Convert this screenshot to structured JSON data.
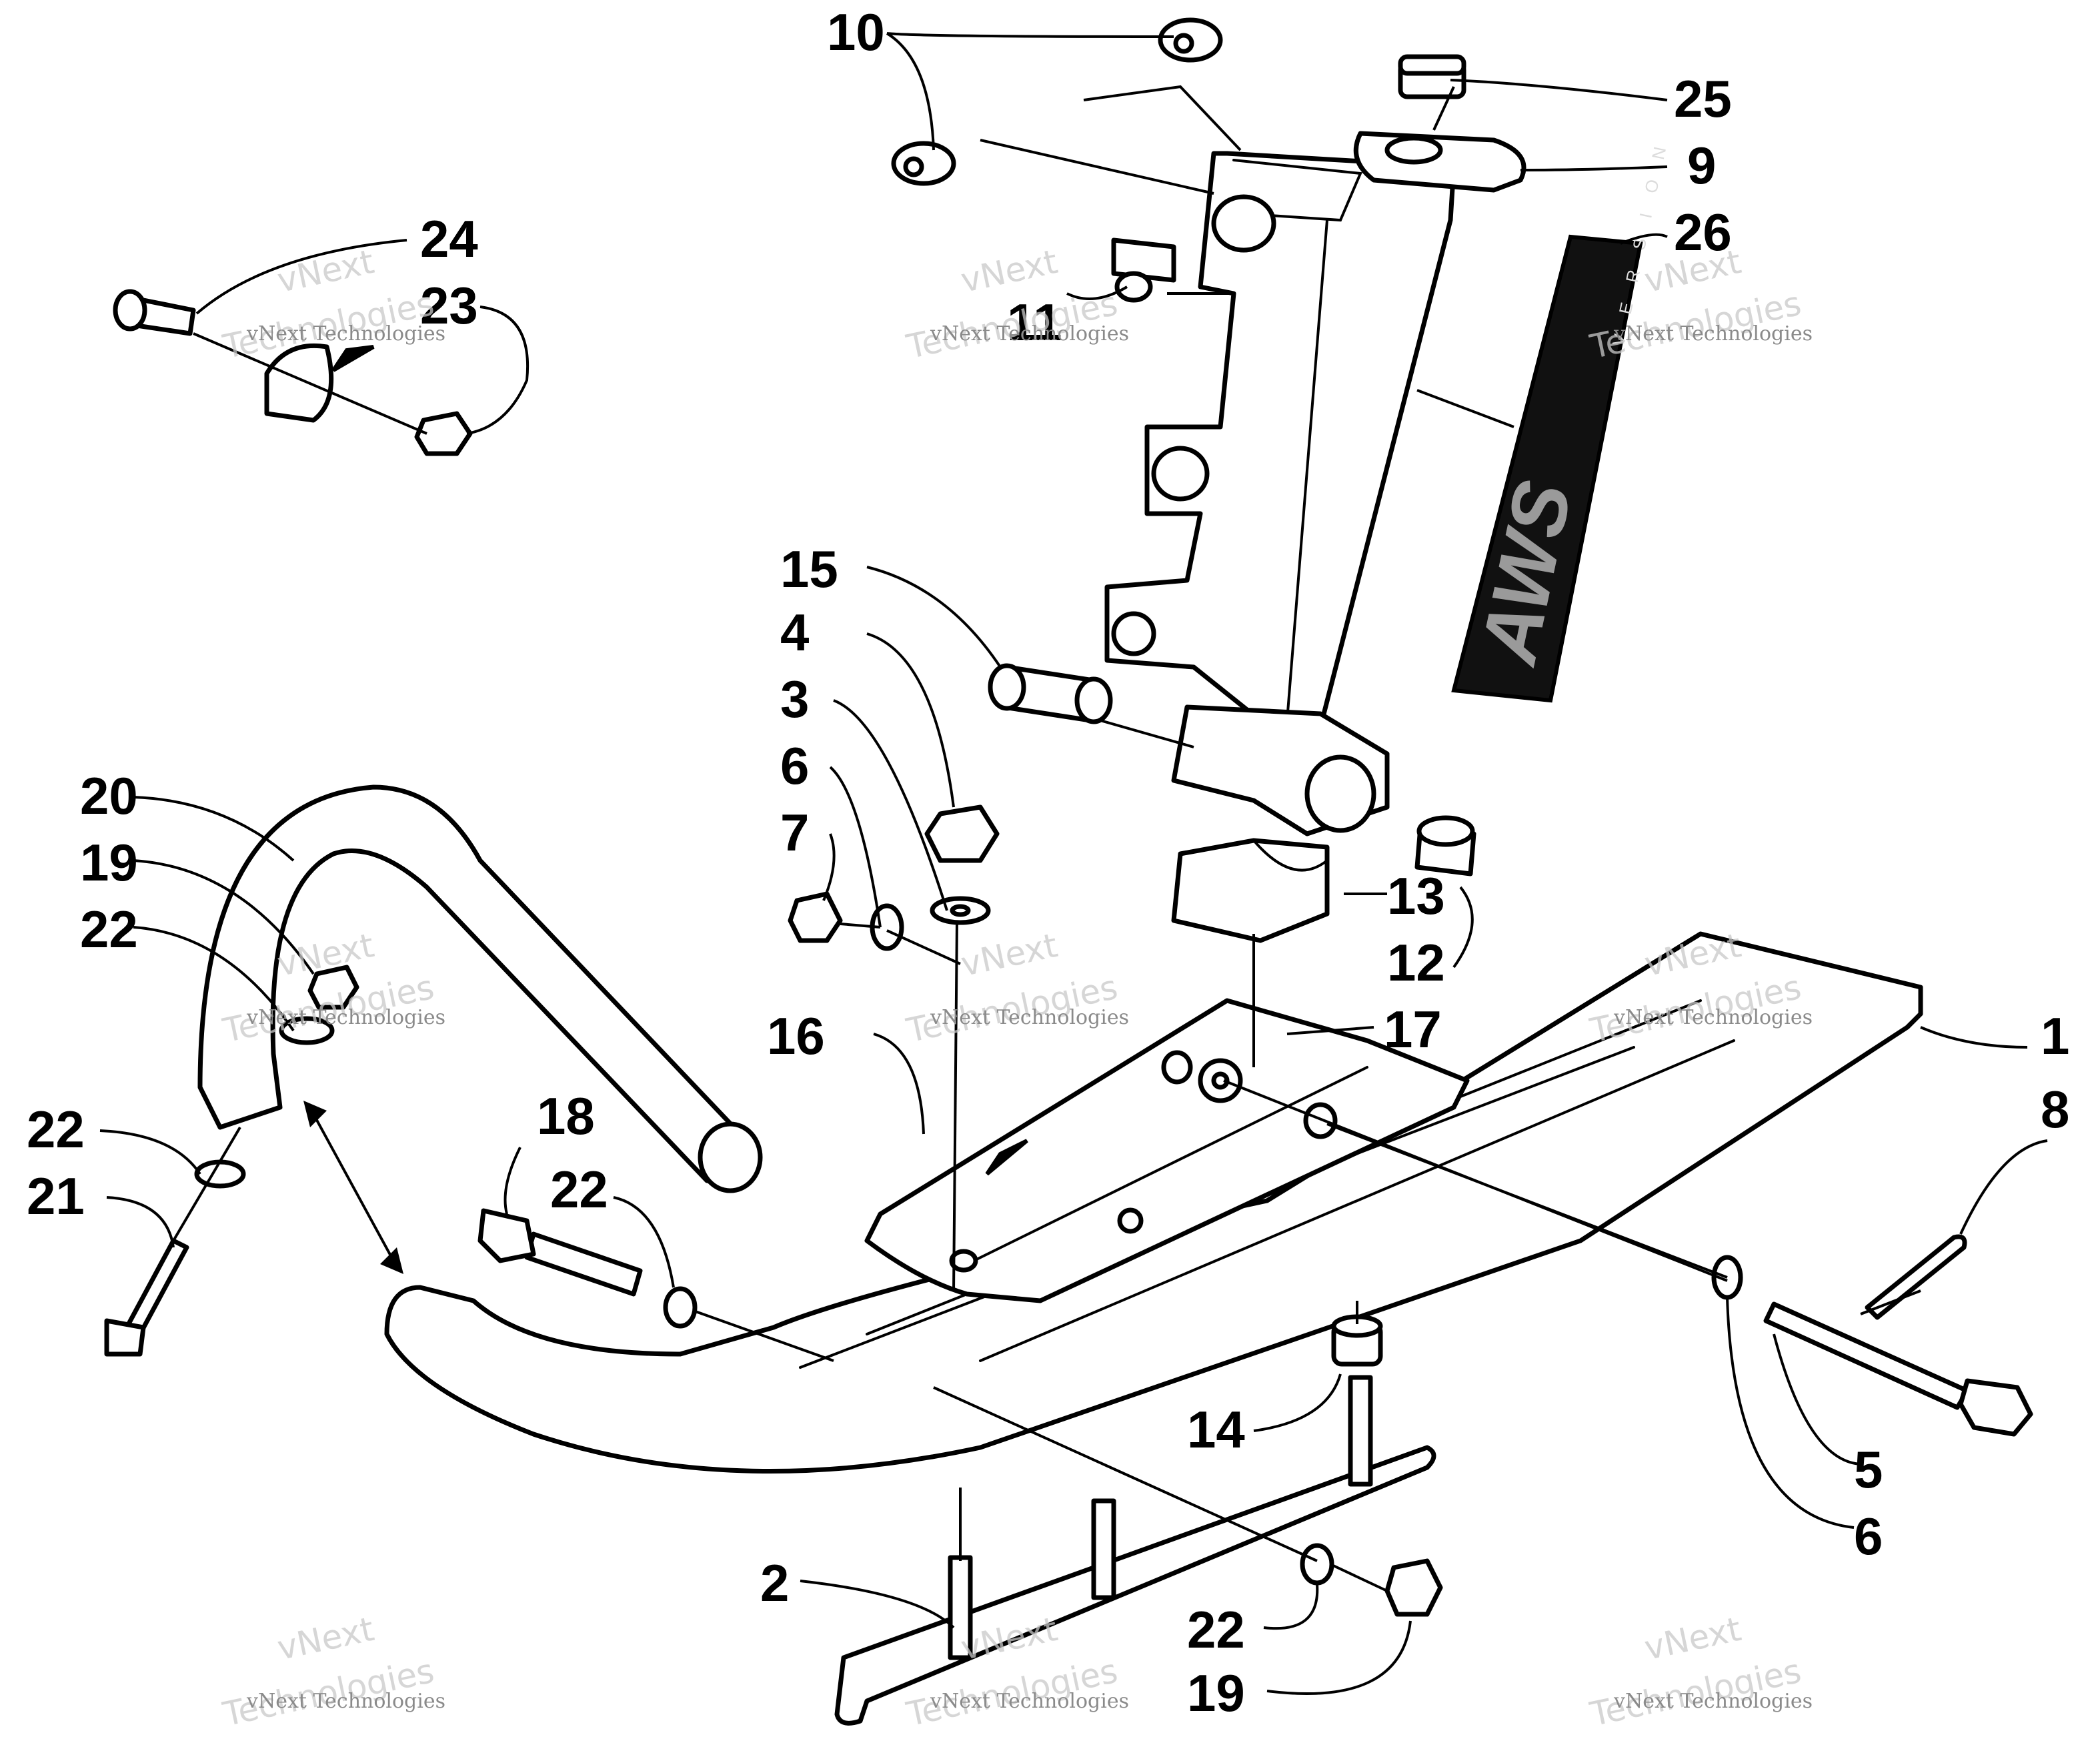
{
  "diagram": {
    "callouts": [
      {
        "id": "10",
        "text": "10"
      },
      {
        "id": "25",
        "text": "25"
      },
      {
        "id": "9",
        "text": "9"
      },
      {
        "id": "24",
        "text": "24"
      },
      {
        "id": "23",
        "text": "23"
      },
      {
        "id": "11",
        "text": "11"
      },
      {
        "id": "26",
        "text": "26"
      },
      {
        "id": "15",
        "text": "15"
      },
      {
        "id": "4",
        "text": "4"
      },
      {
        "id": "3",
        "text": "3"
      },
      {
        "id": "6a",
        "text": "6"
      },
      {
        "id": "7",
        "text": "7"
      },
      {
        "id": "20",
        "text": "20"
      },
      {
        "id": "19a",
        "text": "19"
      },
      {
        "id": "22a",
        "text": "22"
      },
      {
        "id": "13",
        "text": "13"
      },
      {
        "id": "12",
        "text": "12"
      },
      {
        "id": "17",
        "text": "17"
      },
      {
        "id": "1",
        "text": "1"
      },
      {
        "id": "16",
        "text": "16"
      },
      {
        "id": "8",
        "text": "8"
      },
      {
        "id": "22b",
        "text": "22"
      },
      {
        "id": "21",
        "text": "21"
      },
      {
        "id": "18",
        "text": "18"
      },
      {
        "id": "22c",
        "text": "22"
      },
      {
        "id": "14",
        "text": "14"
      },
      {
        "id": "5",
        "text": "5"
      },
      {
        "id": "6b",
        "text": "6"
      },
      {
        "id": "2",
        "text": "2"
      },
      {
        "id": "22d",
        "text": "22"
      },
      {
        "id": "19b",
        "text": "19"
      }
    ],
    "decal": {
      "brand": "AWS",
      "version_text": "V E R S I O N"
    },
    "watermark": {
      "brand": "vNext",
      "brand2": "Technologies",
      "sub": "vNext Technologies"
    }
  }
}
